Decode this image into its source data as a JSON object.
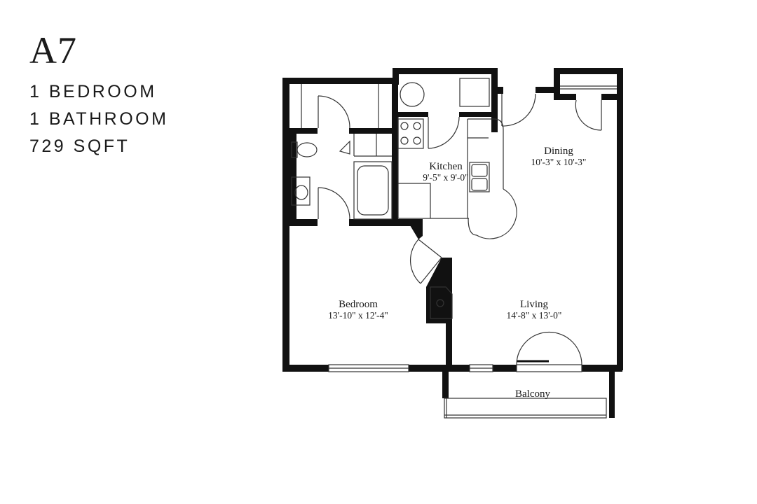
{
  "unit": {
    "name": "A7",
    "bedrooms": "1 BEDROOM",
    "bathrooms": "1 BATHROOM",
    "area": "729 SQFT"
  },
  "rooms": {
    "kitchen": {
      "name": "Kitchen",
      "size": "9'-5\" x 9'-0\""
    },
    "dining": {
      "name": "Dining",
      "size": "10'-3\" x 10'-3\""
    },
    "bedroom": {
      "name": "Bedroom",
      "size": "13'-10\" x 12'-4\""
    },
    "living": {
      "name": "Living",
      "size": "14'-8\" x 13'-0\""
    },
    "balcony": {
      "name": "Balcony"
    }
  },
  "colors": {
    "wall": "#111111",
    "line": "#333333",
    "background": "#ffffff"
  }
}
